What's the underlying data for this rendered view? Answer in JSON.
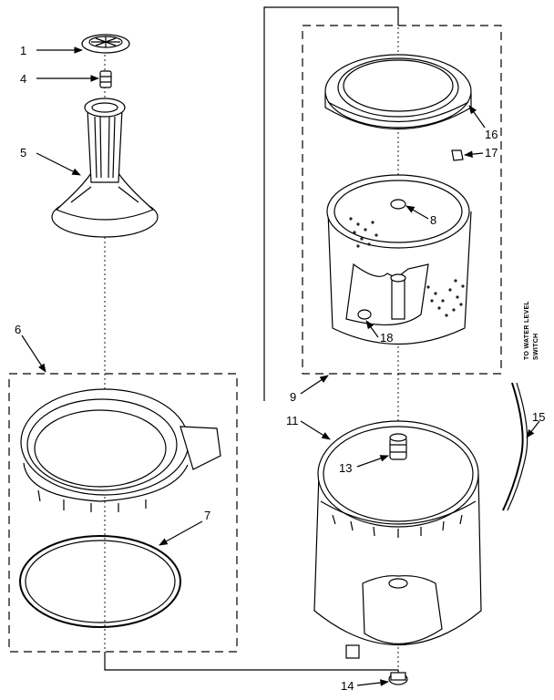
{
  "callouts": {
    "c1": "1",
    "c4": "4",
    "c5": "5",
    "c6": "6",
    "c7": "7",
    "c8": "8",
    "c9": "9",
    "c11": "11",
    "c13": "13",
    "c14": "14",
    "c15": "15",
    "c16": "16",
    "c17": "17",
    "c18": "18"
  },
  "side_note": {
    "line1": "TO WATER LEVEL",
    "line2": "SWITCH"
  }
}
